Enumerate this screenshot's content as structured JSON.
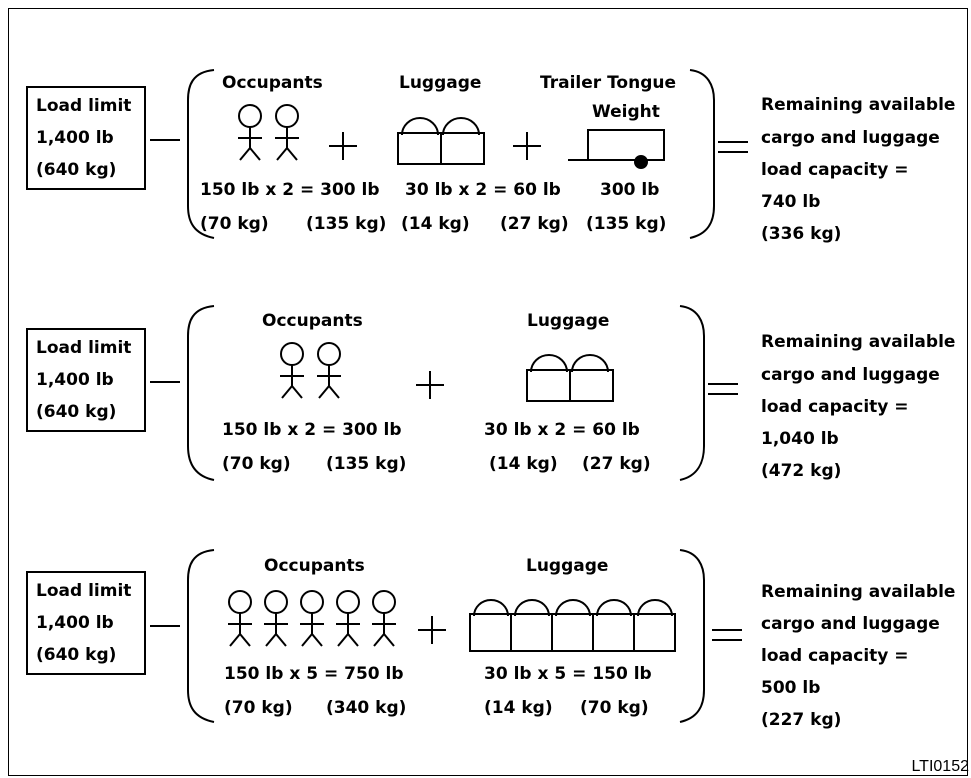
{
  "figure_code": "LTI0152",
  "scenarios": [
    {
      "load_limit": {
        "line1": "Load limit",
        "line2": "1,400 lb",
        "line3": "(640 kg)"
      },
      "minus": "—",
      "occupants": {
        "title": "Occupants",
        "count": 2,
        "calc": "150 lb x 2 = 300 lb",
        "kg_each": "(70 kg)",
        "kg_total": "(135 kg)"
      },
      "luggage": {
        "title": "Luggage",
        "count": 2,
        "calc": "30 lb x 2 = 60 lb",
        "kg_each": "(14 kg)",
        "kg_total": "(27 kg)"
      },
      "trailer": {
        "title_line1": "Trailer Tongue",
        "title_line2": "Weight",
        "lb": "300 lb",
        "kg": "(135 kg)"
      },
      "result": {
        "line1": "Remaining available",
        "line2": "cargo and luggage",
        "line3": "load capacity =",
        "lb": "740 lb",
        "kg": "(336 kg)"
      }
    },
    {
      "load_limit": {
        "line1": "Load limit",
        "line2": "1,400 lb",
        "line3": "(640 kg)"
      },
      "minus": "—",
      "occupants": {
        "title": "Occupants",
        "count": 2,
        "calc": "150 lb x 2 = 300 lb",
        "kg_each": "(70 kg)",
        "kg_total": "(135 kg)"
      },
      "luggage": {
        "title": "Luggage",
        "count": 2,
        "calc": "30 lb x 2 = 60 lb",
        "kg_each": "(14 kg)",
        "kg_total": "(27 kg)"
      },
      "result": {
        "line1": "Remaining available",
        "line2": "cargo and luggage",
        "line3": "load capacity =",
        "lb": "1,040 lb",
        "kg": "(472 kg)"
      }
    },
    {
      "load_limit": {
        "line1": "Load limit",
        "line2": "1,400 lb",
        "line3": "(640 kg)"
      },
      "minus": "—",
      "occupants": {
        "title": "Occupants",
        "count": 5,
        "calc": "150 lb x 5 = 750 lb",
        "kg_each": "(70 kg)",
        "kg_total": "(340 kg)"
      },
      "luggage": {
        "title": "Luggage",
        "count": 5,
        "calc": "30 lb x 5 = 150 lb",
        "kg_each": "(14 kg)",
        "kg_total": "(70 kg)"
      },
      "result": {
        "line1": "Remaining available",
        "line2": "cargo and luggage",
        "line3": "load capacity =",
        "lb": "500 lb",
        "kg": "(227 kg)"
      }
    }
  ]
}
